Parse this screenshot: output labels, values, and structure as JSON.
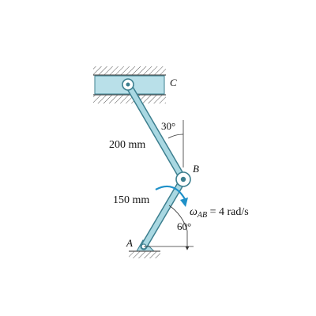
{
  "labels": {
    "point_c": "C",
    "point_b": "B",
    "point_a": "A",
    "length_bc": "200 mm",
    "length_ab": "150 mm",
    "angle_top": "30°",
    "angle_bottom": "60°",
    "omega_symbol": "ω",
    "omega_subscript": "AB",
    "omega_value": " = 4 rad/s"
  },
  "colors": {
    "link_fill": "#a9d8e2",
    "link_stroke": "#3d7f8f",
    "block_fill": "#b9e0e9",
    "support_fill": "#a9d8e2",
    "arrow": "#1e90c8",
    "hatch": "#555555",
    "dim_line": "#333333"
  }
}
